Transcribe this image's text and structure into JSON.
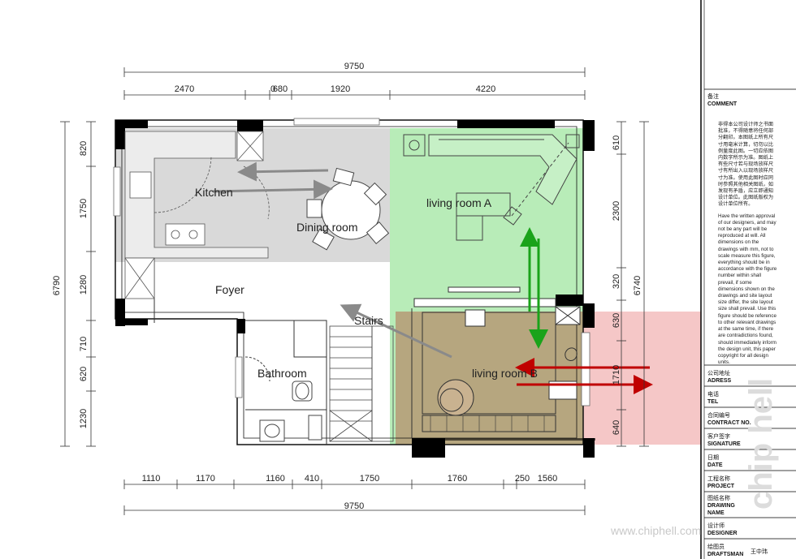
{
  "dimensions": {
    "top_total": "9750",
    "top_segments": [
      "2470",
      "680",
      "0",
      "1920",
      "4220"
    ],
    "bottom_segments": [
      "1110",
      "1170",
      "1160",
      "410",
      "1750",
      "1760",
      "250",
      "1560"
    ],
    "bottom_total": "9750",
    "left_total": "6790",
    "left_segments": [
      "820",
      "1750",
      "1280",
      "710",
      "620",
      "1230"
    ],
    "right_total": "6740",
    "right_segments": [
      "610",
      "2300",
      "320",
      "630",
      "1710",
      "640"
    ]
  },
  "rooms": {
    "kitchen": "Kitchen",
    "dining": "Dining room",
    "foyer": "Foyer",
    "stairs": "Stairs",
    "living_a": "living room A",
    "living_b": "living room B",
    "bathroom": "Bathroom"
  },
  "colors": {
    "kitchen_zone": "#d9d9d9",
    "living_a_zone": "#b8ecb8",
    "living_b_zone": "#b59a74",
    "band": "#f2b9b9",
    "green_arrow": "#1aa31a",
    "red_arrow": "#c00000",
    "gray_arrow": "#8a8a8a"
  },
  "title_block": {
    "comment_zh": "备注",
    "comment_en": "COMMENT",
    "note_zh": "非得本公司设计师之书面批准，不得随意将任何部分翻印。本图纸上所有尺寸用毫米计算，切勿以比例量度此图。一切应依图内数字所示为准。图纸上有些尺寸若与现场放样尺寸有所出入以现场放样尺寸为准。使用此图时应同时参照其他相关图纸，如发现有矛盾，应立即通知设计单位。此图纸版权为设计单位所有。",
    "note_en": "Have the written approval of our designers, and may not be any part will be reproduced at will. All dimensions on the drawings with mm, not to scale measure this figure, everything should be in accordance with the figure number within shall prevail, if some dimensions shown on the drawings and site layout size differ, the site layout size shall prevail. Use this figure should be reference to other relevant drawings at the same time, if there are contradictions found, should immediately inform the design unit, this paper copyright for all design units.",
    "fields": [
      {
        "zh": "公司地址",
        "en": "ADRESS",
        "value": ""
      },
      {
        "zh": "电话",
        "en": "TEL",
        "value": ""
      },
      {
        "zh": "合同编号",
        "en": "CONTRACT NO.",
        "value": ""
      },
      {
        "zh": "客户签字",
        "en": "SIGNATURE",
        "value": ""
      },
      {
        "zh": "日期",
        "en": "DATE",
        "value": ""
      },
      {
        "zh": "工程名称",
        "en": "PROJECT",
        "value": ""
      },
      {
        "zh": "图纸名称",
        "en": "DRAWING NAME",
        "value": ""
      },
      {
        "zh": "设计师",
        "en": "DESIGNER",
        "value": ""
      },
      {
        "zh": "绘图员",
        "en": "DRAFTSMAN",
        "value": "王中玮"
      }
    ]
  },
  "watermark": {
    "url": "www.chiphell.com",
    "logo": "chip hell"
  }
}
